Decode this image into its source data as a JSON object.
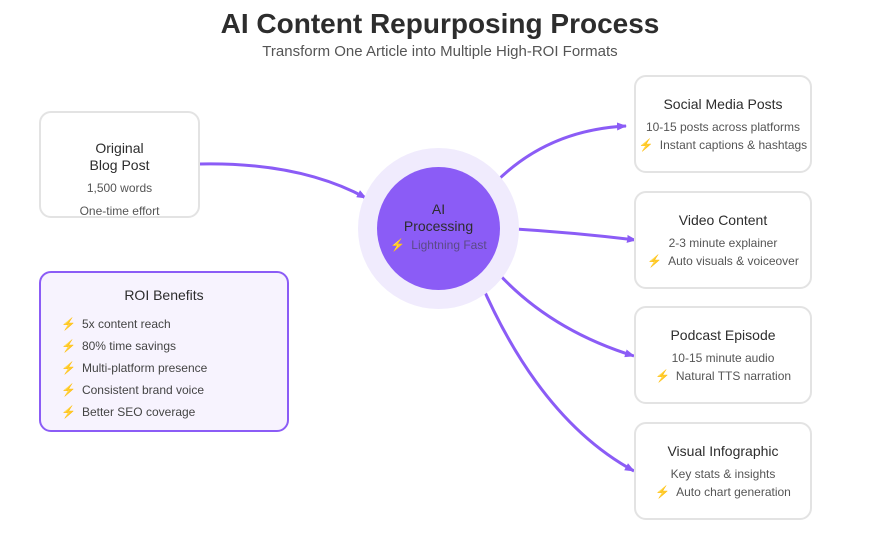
{
  "header": {
    "title": "AI Content Repurposing Process",
    "subtitle": "Transform One Article into Multiple High-ROI Formats"
  },
  "colors": {
    "accent": "#8b5cf6",
    "halo": "#f0ebfd",
    "roi_background": "#f7f3fe",
    "bolt": "#f26b3a",
    "box_border": "#e3e3e3"
  },
  "icons": {
    "bolt": "⚡"
  },
  "source": {
    "title_line1": "Original",
    "title_line2": "Blog Post",
    "detail1": "1,500 words",
    "detail2": "One-time effort"
  },
  "processor": {
    "title_line1": "AI",
    "title_line2": "Processing",
    "tag": "Lightning Fast"
  },
  "outputs": [
    {
      "title": "Social Media Posts",
      "detail": "10-15 posts across platforms",
      "feature": "Instant captions & hashtags"
    },
    {
      "title": "Video Content",
      "detail": "2-3 minute explainer",
      "feature": "Auto visuals & voiceover"
    },
    {
      "title": "Podcast Episode",
      "detail": "10-15 minute audio",
      "feature": "Natural TTS narration"
    },
    {
      "title": "Visual Infographic",
      "detail": "Key stats & insights",
      "feature": "Auto chart generation"
    }
  ],
  "roi": {
    "title": "ROI Benefits",
    "items": [
      "5x content reach",
      "80% time savings",
      "Multi-platform presence",
      "Consistent brand voice",
      "Better SEO coverage"
    ]
  }
}
